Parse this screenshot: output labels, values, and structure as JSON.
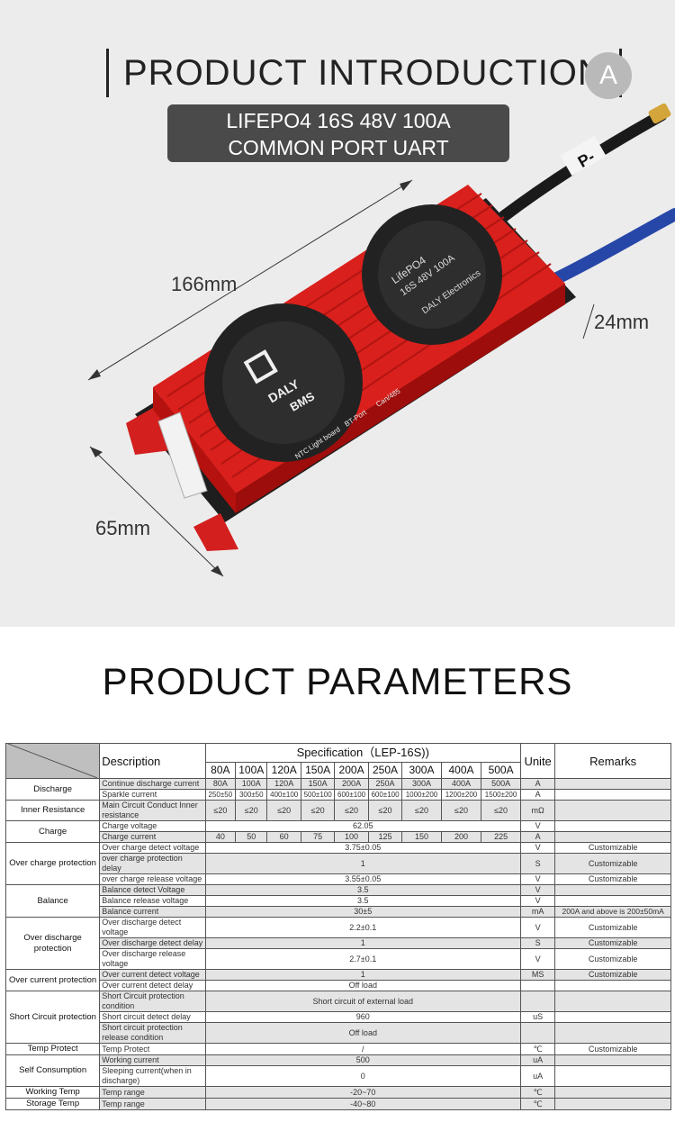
{
  "intro": {
    "title": "PRODUCT INTRODUCTION",
    "badge": "A",
    "model_line1": "LIFEPO4 16S 48V 100A",
    "model_line2": "COMMON PORT UART",
    "dim_length": "166mm",
    "dim_width": "65mm",
    "dim_height": "24mm",
    "cable_label": "P-",
    "fan_label1": "LifePO4",
    "fan_label2": "16S 48V 100A",
    "fan_brand": "DALY Electronics",
    "logo_text1": "DALY",
    "logo_text2": "BMS",
    "port_labels": [
      "NTC",
      "Light board",
      "BT-Port",
      "Can/485"
    ]
  },
  "params": {
    "title": "PRODUCT PARAMETERS",
    "header": {
      "description": "Description",
      "specification": "Specification（LEP-16S))",
      "unite": "Unite",
      "remarks": "Remarks",
      "currents": [
        "80A",
        "100A",
        "120A",
        "150A",
        "200A",
        "250A",
        "300A",
        "400A",
        "500A"
      ]
    },
    "groups": {
      "discharge": "Discharge",
      "inner": "Inner Resistance",
      "charge": "Charge",
      "ocp": "Over charge protection",
      "balance": "Balance",
      "odp": "Over discharge protection",
      "ocur": "Over current protection",
      "scp": "Short Circuit protection",
      "temp": "Temp Protect",
      "self": "Self Consumption",
      "work": "Working Temp",
      "storage": "Storage Temp"
    },
    "rows": {
      "r1": {
        "desc": "Continue discharge current",
        "vals": [
          "80A",
          "100A",
          "120A",
          "150A",
          "200A",
          "250A",
          "300A",
          "400A",
          "500A"
        ],
        "unit": "A",
        "remark": ""
      },
      "r2": {
        "desc": "Sparkle current",
        "vals": [
          "250±50",
          "300±50",
          "400±100",
          "500±100",
          "600±100",
          "600±100",
          "1000±200",
          "1200±200",
          "1500±200"
        ],
        "unit": "A",
        "remark": ""
      },
      "r3": {
        "desc": "Main Circuit Conduct Inner resistance",
        "vals": [
          "≤20",
          "≤20",
          "≤20",
          "≤20",
          "≤20",
          "≤20",
          "≤20",
          "≤20",
          "≤20"
        ],
        "unit": "mΩ",
        "remark": ""
      },
      "r4": {
        "desc": "Charge voltage",
        "val": "62.05",
        "unit": "V",
        "remark": ""
      },
      "r5": {
        "desc": "Charge current",
        "vals": [
          "40",
          "50",
          "60",
          "75",
          "100",
          "125",
          "150",
          "200",
          "225"
        ],
        "unit": "A",
        "remark": ""
      },
      "r6": {
        "desc": "Over charge detect voltage",
        "val": "3.75±0.05",
        "unit": "V",
        "remark": "Customizable"
      },
      "r7": {
        "desc": "over charge protection delay",
        "val": "1",
        "unit": "S",
        "remark": "Customizable"
      },
      "r8": {
        "desc": "over charge release voltage",
        "val": "3.55±0.05",
        "unit": "V",
        "remark": "Customizable"
      },
      "r9": {
        "desc": "Balance detect Voltage",
        "val": "3.5",
        "unit": "V",
        "remark": ""
      },
      "r10": {
        "desc": "Balance release voltage",
        "val": "3.5",
        "unit": "V",
        "remark": ""
      },
      "r11": {
        "desc": "Balance current",
        "val": "30±5",
        "unit": "mA",
        "remark": "200A and above is 200±50mA"
      },
      "r12": {
        "desc": "Over discharge detect voltage",
        "val": "2.2±0.1",
        "unit": "V",
        "remark": "Customizable"
      },
      "r13": {
        "desc": "Over discharge detect delay",
        "val": "1",
        "unit": "S",
        "remark": "Customizable"
      },
      "r14": {
        "desc": "Over discharge release voltage",
        "val": "2.7±0.1",
        "unit": "V",
        "remark": "Customizable"
      },
      "r15": {
        "desc": "Over current detect voltage",
        "val": "1",
        "unit": "MS",
        "remark": "Customizable"
      },
      "r16": {
        "desc": "Over current detect delay",
        "val": "Off load",
        "unit": "",
        "remark": ""
      },
      "r17": {
        "desc": "Short Circuit protection condition",
        "val": "Short circuit of external load",
        "unit": "",
        "remark": ""
      },
      "r18": {
        "desc": "Short circuit detect delay",
        "val": "960",
        "unit": "uS",
        "remark": ""
      },
      "r19": {
        "desc": "Short circuit protection release condition",
        "val": "Off load",
        "unit": "",
        "remark": ""
      },
      "r20": {
        "desc": "Temp Protect",
        "val": "/",
        "unit": "℃",
        "remark": "Customizable"
      },
      "r21": {
        "desc": "Working current",
        "val": "500",
        "unit": "uA",
        "remark": ""
      },
      "r22": {
        "desc": "Sleeping current(when in discharge)",
        "val": "0",
        "unit": "uA",
        "remark": ""
      },
      "r23": {
        "desc": "Temp range",
        "val": "-20~70",
        "unit": "℃",
        "remark": ""
      },
      "r24": {
        "desc": "Temp range",
        "val": "-40~80",
        "unit": "℃",
        "remark": ""
      }
    }
  }
}
